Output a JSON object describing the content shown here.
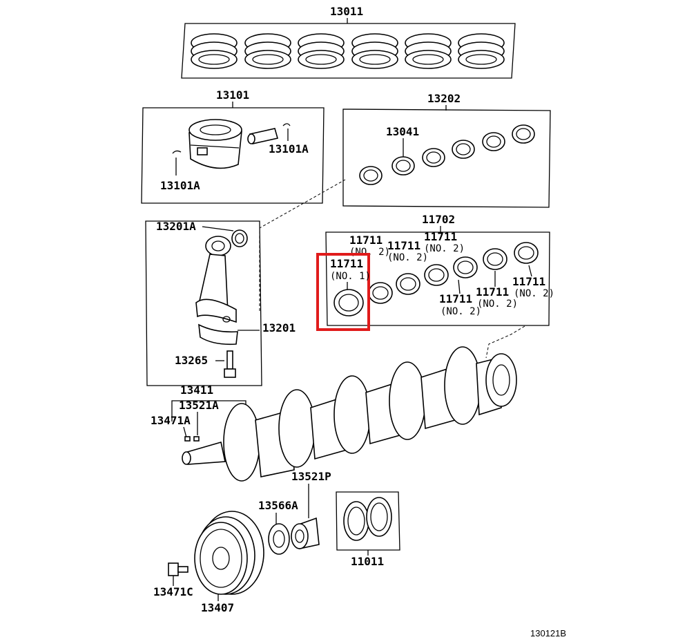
{
  "labels": {
    "rings": "13011",
    "piston": "13101",
    "pin_left": "13101A",
    "pin_right": "13101A",
    "rod_bearing_kit": "13202",
    "rod_bearing": "13041",
    "main_bearing_kit": "11702",
    "rod_bushing": "13201A",
    "rod": "13201",
    "rod_bolt": "13265",
    "bearing_no1_num": "11711",
    "bearing_no1_sub": "(NO. 1)",
    "b2_num": "11711",
    "b2_sub": "(NO. 2)",
    "b3_num": "11711",
    "b3_sub": "(NO. 2)",
    "b4_num": "11711",
    "b4_sub": "(NO. 2)",
    "b5_num": "11711",
    "b5_sub": "(NO. 2)",
    "b6_num": "11711",
    "b6_sub": "(NO. 2)",
    "b7_num": "11711",
    "b7_sub": "(NO. 2)",
    "crank": "13411",
    "crank_key": "13521A",
    "crank_pin": "13471A",
    "timing_gear": "13521P",
    "gear_key": "13566A",
    "thrust_washer": "11011",
    "pulley_bolt": "13471C",
    "pulley": "13407",
    "diagram_id": "130121B"
  },
  "colors": {
    "highlight": "#e01b1b",
    "ink": "#000000"
  }
}
